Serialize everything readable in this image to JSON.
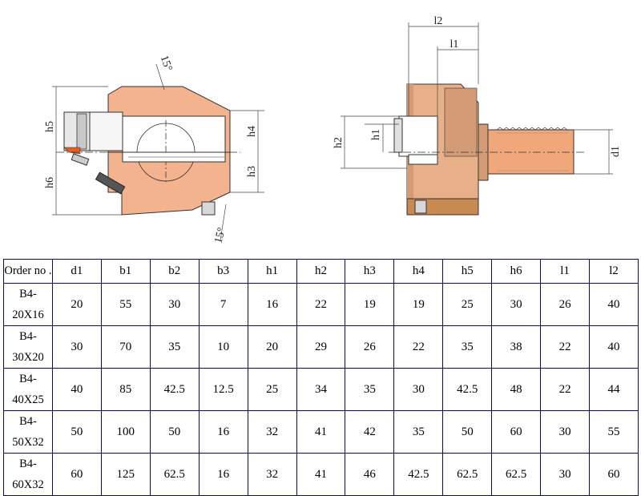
{
  "drawing": {
    "angle_top": "15°",
    "angle_bottom": "15°",
    "dims_left_view": [
      "h5",
      "h4",
      "h3",
      "h6"
    ],
    "dims_right_view": [
      "l2",
      "l1",
      "h1",
      "h2",
      "d1"
    ]
  },
  "table": {
    "headers": [
      "Order no .",
      "d1",
      "b1",
      "b2",
      "b3",
      "h1",
      "h2",
      "h3",
      "h4",
      "h5",
      "h6",
      "l1",
      "l2"
    ],
    "rows": [
      [
        "B4-20X16",
        "20",
        "55",
        "30",
        "7",
        "16",
        "22",
        "19",
        "19",
        "25",
        "30",
        "26",
        "40"
      ],
      [
        "B4-30X20",
        "30",
        "70",
        "35",
        "10",
        "20",
        "29",
        "26",
        "22",
        "35",
        "38",
        "22",
        "40"
      ],
      [
        "B4-40X25",
        "40",
        "85",
        "42.5",
        "12.5",
        "25",
        "34",
        "35",
        "30",
        "42.5",
        "48",
        "22",
        "44"
      ],
      [
        "B4-50X32",
        "50",
        "100",
        "50",
        "16",
        "32",
        "41",
        "42",
        "35",
        "50",
        "60",
        "30",
        "55"
      ],
      [
        "B4-60X32",
        "60",
        "125",
        "62.5",
        "16",
        "32",
        "41",
        "46",
        "42.5",
        "62.5",
        "62.5",
        "30",
        "60"
      ]
    ]
  },
  "colors": {
    "body_orange": "#f2b38e",
    "body_shade": "#d49b77",
    "dark_orange": "#c98a52",
    "steel": "#d8d8d8",
    "dark_steel": "#555555",
    "table_border": "#0b0b5a",
    "tip_red": "#e06020"
  }
}
